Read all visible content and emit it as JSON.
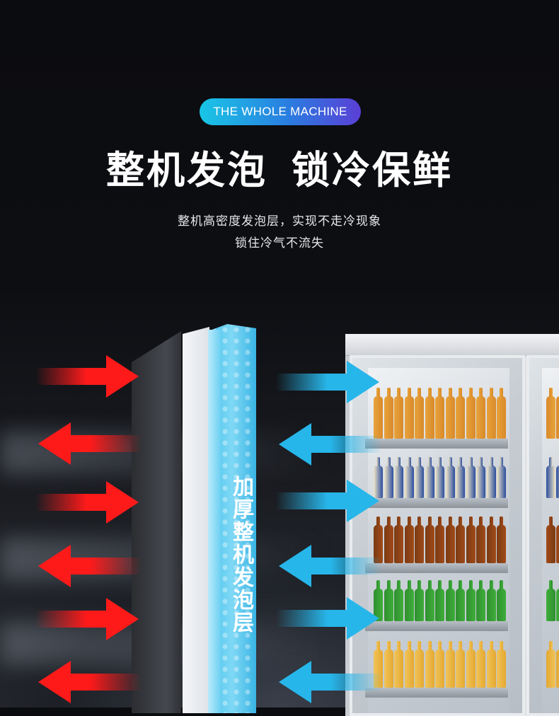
{
  "badge": {
    "text": "THE WHOLE MACHINE"
  },
  "headline": {
    "part1": "整机发泡",
    "part2": "锁冷保鲜"
  },
  "description": {
    "line1": "整机高密度发泡层，实现不走冷现象",
    "line2": "锁住冷气不流失"
  },
  "foam_label": "加厚整机发泡层",
  "colors": {
    "badge_start": "#19c6e6",
    "badge_end": "#5a3fd6",
    "hot_arrow": "#ff1a1a",
    "cold_arrow": "#27b6ea",
    "background": "#0b0c10"
  },
  "icons": [
    "arrow-right-red-icon",
    "arrow-left-red-icon",
    "arrow-right-blue-icon",
    "arrow-left-blue-icon"
  ]
}
